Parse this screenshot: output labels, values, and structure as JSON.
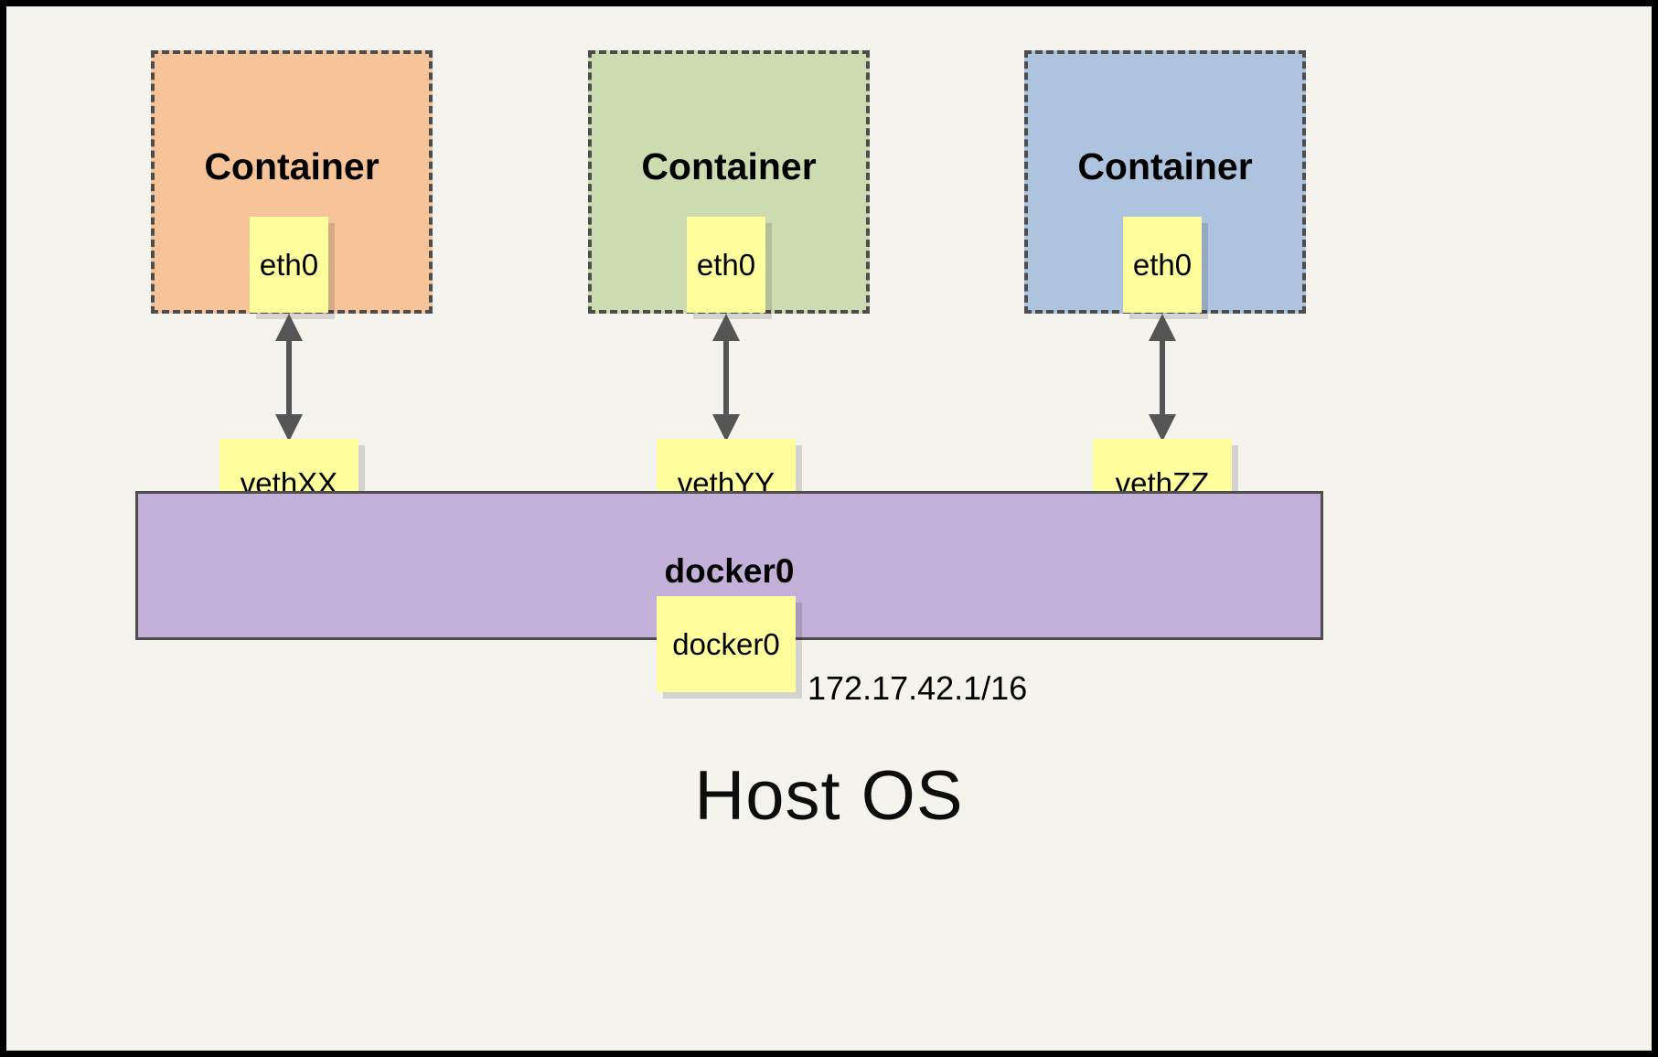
{
  "diagram": {
    "title_bottom": "Host OS",
    "background_color": "#f4f3ee",
    "frame_color": "#000000",
    "containers": [
      {
        "label": "Container",
        "fill_color": "#f7c399",
        "border_style": "dashed",
        "border_color": "#4d4d4d",
        "interface": {
          "label": "eth0",
          "fill_color": "#ffff9e"
        },
        "veth": {
          "label": "vethXX",
          "fill_color": "#ffff9e"
        }
      },
      {
        "label": "Container",
        "fill_color": "#cddcb0",
        "border_style": "dashed",
        "border_color": "#4d4d4d",
        "interface": {
          "label": "eth0",
          "fill_color": "#ffff9e"
        },
        "veth": {
          "label": "vethYY",
          "fill_color": "#ffff9e"
        }
      },
      {
        "label": "Container",
        "fill_color": "#aec3de",
        "border_style": "dashed",
        "border_color": "#4d4d4d",
        "interface": {
          "label": "eth0",
          "fill_color": "#ffff9e"
        },
        "veth": {
          "label": "vethZZ",
          "fill_color": "#ffff9e"
        }
      }
    ],
    "bridge": {
      "bar_label": "docker0",
      "bar_fill_color": "#c3b0d8",
      "bar_border_color": "#4d4d4d",
      "interface_label": "docker0",
      "interface_fill_color": "#ffff9e",
      "ip_address": "172.17.42.1/16"
    },
    "arrows": {
      "style": "double-headed",
      "color": "#555555",
      "count": 3
    }
  }
}
